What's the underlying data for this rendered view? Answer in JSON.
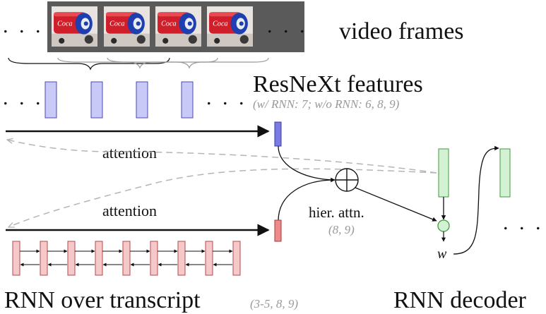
{
  "labels": {
    "video_frames": "video frames",
    "resnext": "ResNeXt features",
    "resnext_note": "(w/ RNN: 7; w/o RNN: 6, 8, 9)",
    "attention_top": "attention",
    "attention_bottom": "attention",
    "hier_attn": "hier. attn.",
    "hier_note": "(8, 9)",
    "rnn_transcript": "RNN over transcript",
    "transcript_note": "(3-5, 8, 9)",
    "rnn_decoder": "RNN decoder",
    "w": "w",
    "ellipsis": ". . ."
  },
  "colors": {
    "feature_fill": "#c9c9f7",
    "feature_stroke": "#4a4ab0",
    "attended_feature": "#7b7be6",
    "transcript_fill": "#f5c9c9",
    "transcript_stroke": "#b04a4a",
    "attended_transcript": "#f08a8a",
    "decoder_fill": "#d3f2d3",
    "decoder_stroke": "#3f9a3f",
    "frame_border": "#555555",
    "dashed": "#b5b5b5"
  },
  "icons": {
    "frame": "soda-can-frame",
    "combine": "circled-plus-icon"
  }
}
